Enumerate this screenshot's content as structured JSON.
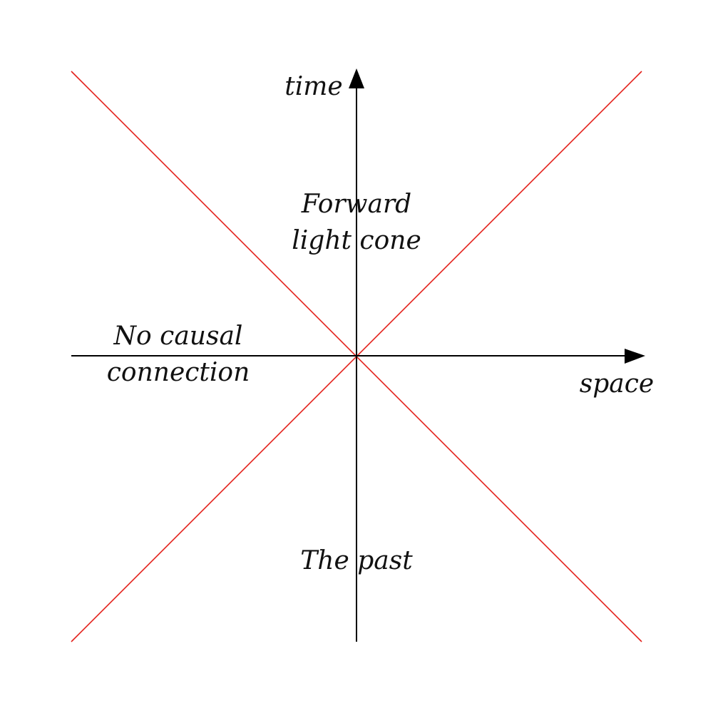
{
  "axes": {
    "time_label": "time",
    "space_label": "space"
  },
  "regions": {
    "future_line1": "Forward",
    "future_line2": "light cone",
    "elsewhere_line1": "No causal",
    "elsewhere_line2": "connection",
    "past": "The past"
  },
  "colors": {
    "axis": "#000000",
    "light_cone": "#e3201b",
    "text": "#111111",
    "background": "#ffffff"
  }
}
